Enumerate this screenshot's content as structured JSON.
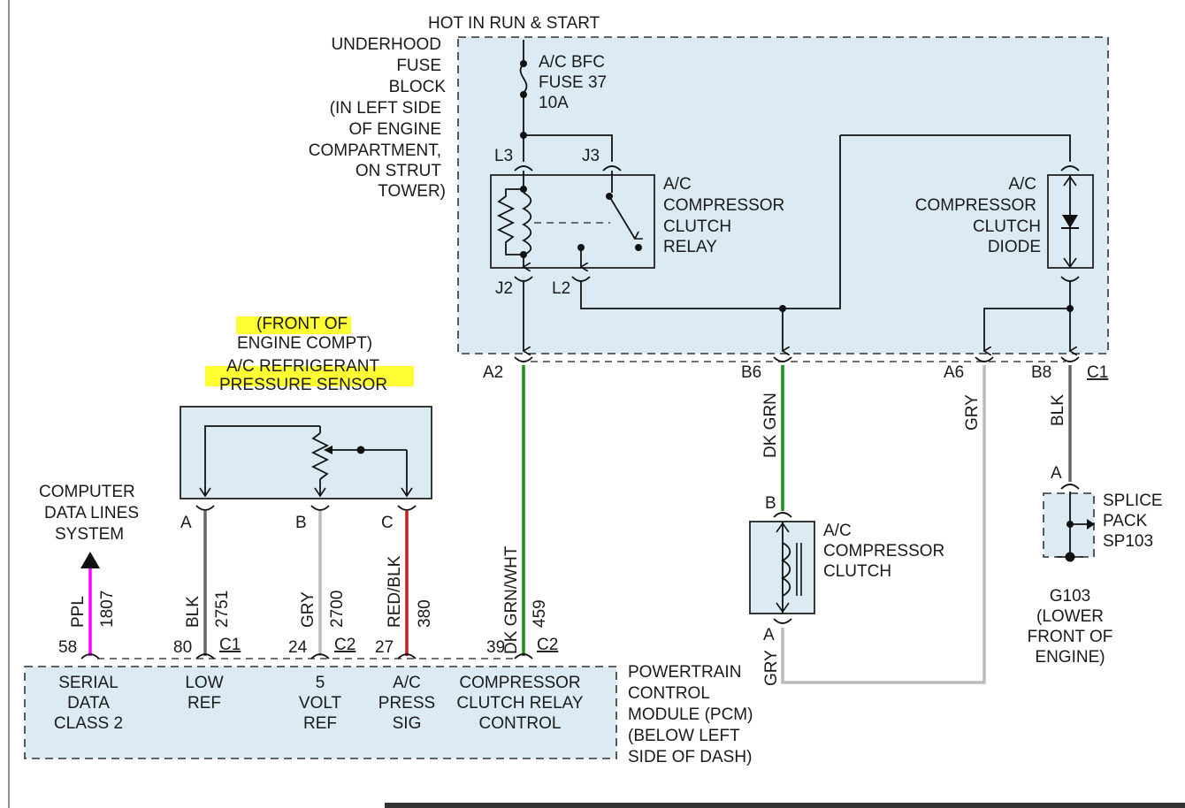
{
  "source": {
    "title": "HOT IN RUN & START"
  },
  "fuse_block": {
    "lines": [
      "UNDERHOOD",
      "FUSE",
      "BLOCK",
      "(IN LEFT SIDE",
      "OF ENGINE",
      "COMPARTMENT,",
      "ON STRUT",
      "TOWER)"
    ]
  },
  "fuse": {
    "lines": [
      "A/C BFC",
      "FUSE 37",
      "10A"
    ]
  },
  "relay": {
    "lines": [
      "A/C",
      "COMPRESSOR",
      "CLUTCH",
      "RELAY"
    ],
    "pins": {
      "l3": "L3",
      "j3": "J3",
      "j2": "J2",
      "l2": "L2"
    }
  },
  "diode": {
    "lines": [
      "A/C",
      "COMPRESSOR",
      "CLUTCH",
      "DIODE"
    ]
  },
  "sensor": {
    "lines": [
      "(FRONT OF",
      "ENGINE COMPT)",
      "A/C REFRIGERANT",
      "PRESSURE SENSOR"
    ],
    "pins": {
      "a": "A",
      "b": "B",
      "c": "C"
    }
  },
  "data_lines": {
    "lines": [
      "COMPUTER",
      "DATA LINES",
      "SYSTEM"
    ]
  },
  "connectors": {
    "a2": "A2",
    "b6": "B6",
    "a6": "A6",
    "b8": "B8",
    "c1_top": "C1",
    "pin58": "58",
    "pin80": "80",
    "c1_pcm": "C1",
    "pin24": "24",
    "c2_a": "C2",
    "pin27": "27",
    "pin39": "39",
    "c2_b": "C2"
  },
  "wires": {
    "ppl": {
      "color": "PPL",
      "circuit": "1807"
    },
    "blk_low": {
      "color": "BLK",
      "circuit": "2751"
    },
    "gry_5v": {
      "color": "GRY",
      "circuit": "2700"
    },
    "red_sig": {
      "color": "RED/BLK",
      "circuit": "380"
    },
    "grn_ctrl": {
      "color": "DK GRN/WHT",
      "circuit": "459"
    },
    "dk_grn": {
      "color": "DK GRN"
    },
    "gry_a6": {
      "color": "GRY"
    },
    "blk_b8": {
      "color": "BLK"
    },
    "gry_clutch": {
      "color": "GRY"
    }
  },
  "clutch": {
    "lines": [
      "A/C",
      "COMPRESSOR",
      "CLUTCH"
    ],
    "pins": {
      "b": "B",
      "a": "A"
    }
  },
  "splice": {
    "lines": [
      "SPLICE",
      "PACK",
      "SP103"
    ],
    "pin": "A"
  },
  "ground": {
    "lines": [
      "G103",
      "(LOWER",
      "FRONT OF",
      "ENGINE)"
    ]
  },
  "pcm": {
    "title_lines": [
      "POWERTRAIN",
      "CONTROL",
      "MODULE (PCM)",
      "(BELOW LEFT",
      "SIDE OF DASH)"
    ],
    "serial": [
      "SERIAL",
      "DATA",
      "CLASS 2"
    ],
    "low_ref": [
      "LOW",
      "REF"
    ],
    "volt_ref": [
      "5",
      "VOLT",
      "REF"
    ],
    "press": [
      "A/C",
      "PRESS",
      "SIG"
    ],
    "relay_ctrl": [
      "COMPRESSOR",
      "CLUTCH RELAY",
      "CONTROL"
    ]
  },
  "colors": {
    "purple": "#ff00ff",
    "green": "#1a8f1a",
    "red": "#c41e1e",
    "grey": "#bbbbbb",
    "dark": "#666666",
    "fill": "#dcebf3",
    "highlight": "#ffff33"
  }
}
